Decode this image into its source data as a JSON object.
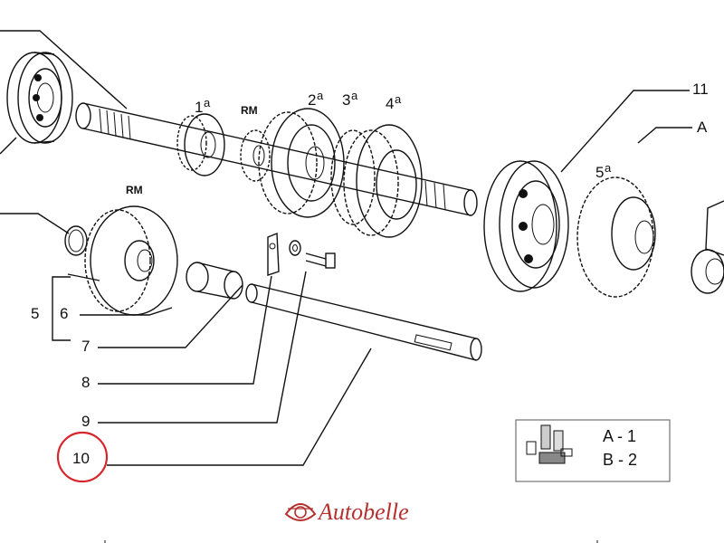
{
  "callouts": {
    "n5": "5",
    "n6": "6",
    "n7": "7",
    "n8": "8",
    "n9": "9",
    "n10": "10",
    "n11": "11",
    "nA": "A"
  },
  "gear_labels": {
    "g1": "1",
    "g1_sup": "a",
    "rm_top": "RM",
    "g2": "2",
    "g2_sup": "a",
    "g3": "3",
    "g3_sup": "a",
    "g4": "4",
    "g4_sup": "a",
    "g5": "5",
    "g5_sup": "a",
    "rm_left": "RM"
  },
  "legend": {
    "row_a": "A - 1",
    "row_b": "B - 2"
  },
  "brand": {
    "name": "Autobelle"
  },
  "highlight_color": "#d7262b",
  "brand_color": "#b5302f",
  "icons": [
    "brand-logo-icon",
    "kit-parts-icon"
  ]
}
